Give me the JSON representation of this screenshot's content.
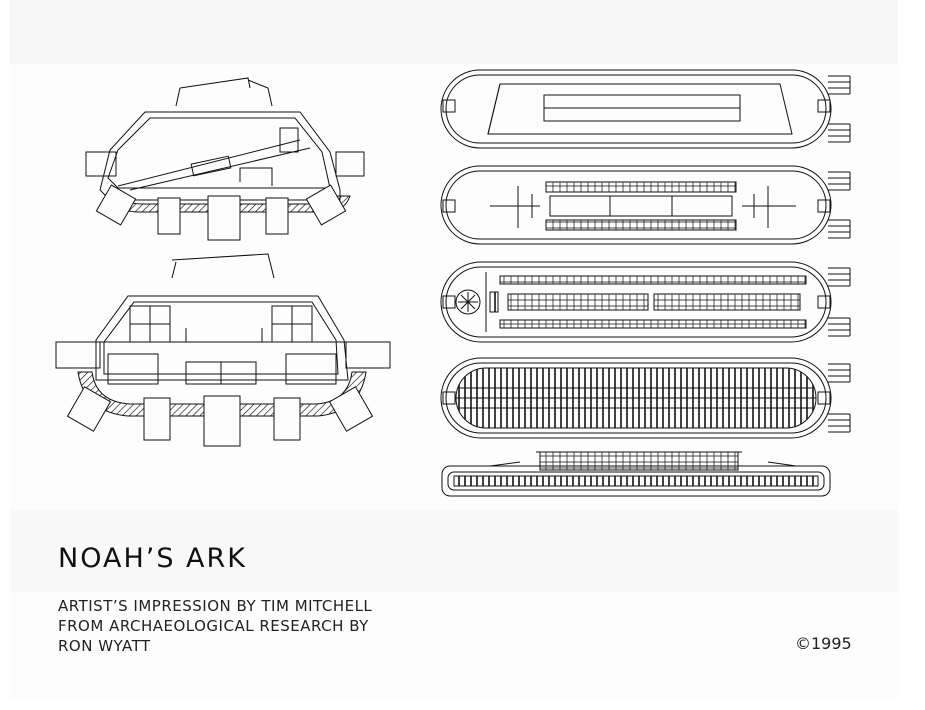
{
  "title": "NOAH’S ARK",
  "credit_lines": [
    "ARTIST’S IMPRESSION BY TIM MITCHELL",
    "FROM ARCHAEOLOGICAL RESEARCH BY",
    "RON WYATT"
  ],
  "copyright": "©1995",
  "colors": {
    "ink": "#111111",
    "paper": "#fdfdfd"
  }
}
